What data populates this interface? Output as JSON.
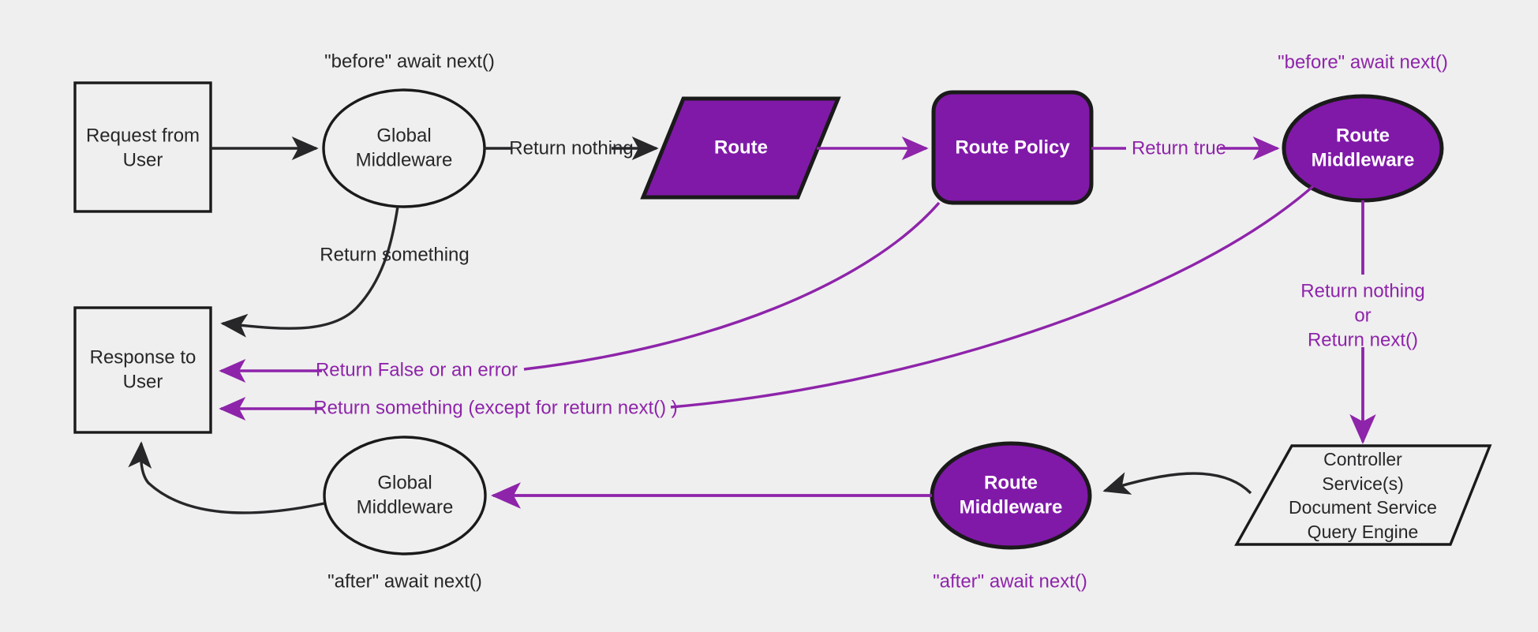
{
  "diagram": {
    "title": "Request lifecycle middleware flow",
    "background": "#efefef",
    "colors": {
      "accent_purple": "#8019a8",
      "line_purple": "#8e24aa",
      "dark": "#27272a",
      "white": "#ffffff",
      "shape_stroke": "#1a1a1a"
    },
    "nodes": [
      {
        "id": "request",
        "label": "Request from\nUser",
        "shape": "rect",
        "fill": "none",
        "text_color": "dark"
      },
      {
        "id": "global_mw_top",
        "label": "Global\nMiddleware",
        "shape": "ellipse",
        "fill": "none",
        "text_color": "dark"
      },
      {
        "id": "route",
        "label": "Route",
        "shape": "parallelogram",
        "fill": "purple",
        "text_color": "white"
      },
      {
        "id": "route_policy",
        "label": "Route Policy",
        "shape": "round-rect",
        "fill": "purple",
        "text_color": "white"
      },
      {
        "id": "route_mw_top",
        "label": "Route\nMiddleware",
        "shape": "ellipse",
        "fill": "purple",
        "text_color": "white"
      },
      {
        "id": "controller",
        "label": "Controller\nService(s)\nDocument Service\nQuery Engine",
        "shape": "parallelogram",
        "fill": "none",
        "text_color": "dark"
      },
      {
        "id": "route_mw_bottom",
        "label": "Route\nMiddleware",
        "shape": "ellipse",
        "fill": "purple",
        "text_color": "white"
      },
      {
        "id": "global_mw_bottom",
        "label": "Global\nMiddleware",
        "shape": "ellipse",
        "fill": "none",
        "text_color": "dark"
      },
      {
        "id": "response",
        "label": "Response to\nUser",
        "shape": "rect",
        "fill": "none",
        "text_color": "dark"
      }
    ],
    "annotations": [
      {
        "id": "before_global",
        "text": "\"before\" await next()",
        "color": "dark"
      },
      {
        "id": "before_route_mw",
        "text": "\"before\" await next()",
        "color": "purple"
      },
      {
        "id": "after_global",
        "text": "\"after\" await next()",
        "color": "dark"
      },
      {
        "id": "after_route_mw",
        "text": "\"after\" await next()",
        "color": "purple"
      }
    ],
    "edge_labels": [
      {
        "id": "return_nothing",
        "text": "Return nothing",
        "color": "dark"
      },
      {
        "id": "return_something_top",
        "text": "Return something",
        "color": "dark"
      },
      {
        "id": "return_true",
        "text": "Return true",
        "color": "purple"
      },
      {
        "id": "return_false",
        "text": "Return False or an error",
        "color": "purple"
      },
      {
        "id": "return_something_next",
        "text": "Return something (except for return next() )",
        "color": "purple"
      },
      {
        "id": "return_nothing_or_1",
        "text": "Return nothing",
        "color": "purple"
      },
      {
        "id": "return_nothing_or_2",
        "text": "or",
        "color": "purple"
      },
      {
        "id": "return_nothing_or_3",
        "text": "Return next()",
        "color": "purple"
      }
    ]
  }
}
